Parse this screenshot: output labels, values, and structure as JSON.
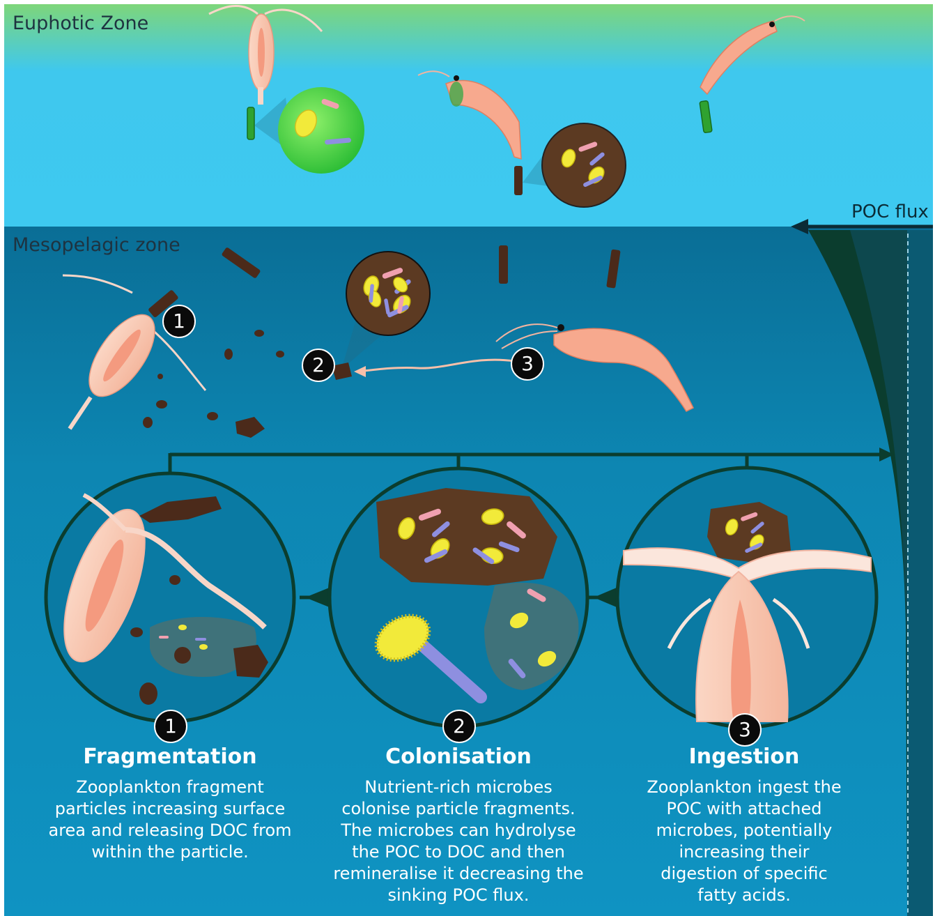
{
  "zones": {
    "euphotic": "Euphotic Zone",
    "mesopelagic": "Mesopelagic zone"
  },
  "flux_label": "POC flux",
  "markers": [
    "1",
    "2",
    "3"
  ],
  "panels": [
    {
      "number": "1",
      "title": "Fragmentation",
      "description": "Zooplankton fragment particles increasing surface area and releasing DOC from within the particle."
    },
    {
      "number": "2",
      "title": "Colonisation",
      "description": "Nutrient-rich microbes colonise particle fragments. The microbes can hydrolyse the POC to DOC and then remineralise it decreasing the sinking POC flux."
    },
    {
      "number": "3",
      "title": "Ingestion",
      "description": "Zooplankton ingest the POC with attached microbes, potentially increasing their digestion of specific fatty acids."
    }
  ],
  "colors": {
    "surface_green": "#7ed67a",
    "euphotic_blue": "#3fc8ee",
    "mesopelagic_blue": "#0e8cb7",
    "deep_blue": "#0a6e96",
    "flux_dark": "#0a3a2c",
    "particle_brown": "#4b2a1a",
    "microbe_yellow": "#f2ea3a",
    "microbe_pink": "#f0a0b0",
    "microbe_blue": "#8e8fe0",
    "animal_pink": "#f7c0aa"
  }
}
